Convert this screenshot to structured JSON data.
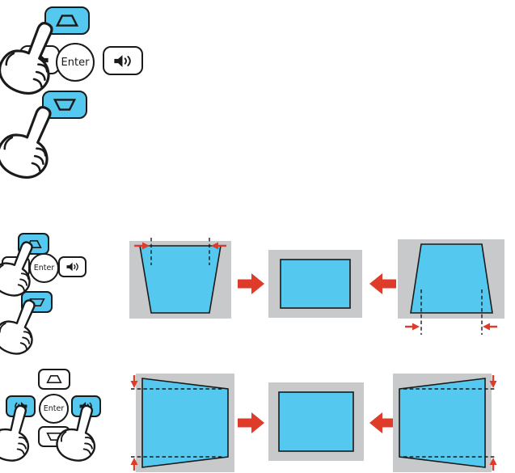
{
  "figure": {
    "type": "projector keystone correction illustration",
    "rows": [
      {
        "name": "keystone-buttons-hero",
        "highlighted_buttons": [
          "keystone-up",
          "keystone-down"
        ]
      },
      {
        "name": "vertical-keystone-correction",
        "highlighted_buttons": [
          "keystone-up",
          "keystone-down"
        ],
        "screens": [
          "wide-top-trapezoid",
          "corrected-rectangle",
          "wide-bottom-trapezoid"
        ]
      },
      {
        "name": "horizontal-keystone-correction",
        "highlighted_buttons": [
          "volume-down",
          "volume-up"
        ],
        "screens": [
          "tall-left-trapezoid",
          "corrected-rectangle",
          "tall-right-trapezoid"
        ]
      }
    ]
  },
  "labels": {
    "enter": "Enter"
  },
  "colors": {
    "highlight_blue": "#54c8ee",
    "projection_blue": "#54c8ee",
    "screen_gray": "#c8c9ca",
    "arrow_red": "#df3b2a",
    "ink": "#1a1a1a"
  },
  "icons": {
    "keystone_up": "keystone-up-icon",
    "keystone_down": "keystone-down-icon",
    "volume_down": "volume-down-icon",
    "volume_up": "volume-up-icon",
    "hand": "hand-icon",
    "transition_right": "arrow-right-icon",
    "transition_left": "arrow-left-icon"
  }
}
